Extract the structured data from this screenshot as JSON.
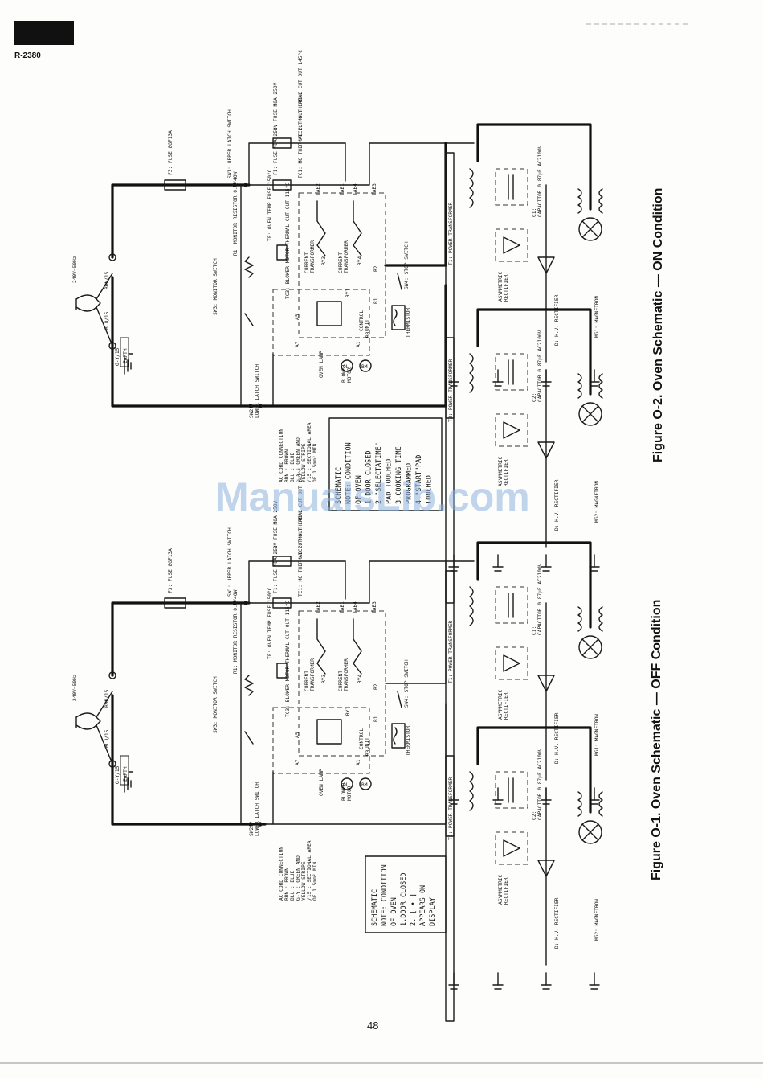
{
  "header": {
    "model": "R-2380"
  },
  "page_number": "48",
  "watermark": "ManualsLib.com",
  "figures": [
    {
      "id": "off",
      "caption": "Figure O-1.  Oven Schematic  —  OFF Condition",
      "supply": "240V~50Hz",
      "wire_brn": "BRN/15",
      "wire_blu": "BLU/15",
      "wire_gy": "G-Y/15",
      "earth": "EARTH",
      "labels": {
        "f3": "F3: FUSE 8GF13A",
        "sw1": "SW1: UPPER LATCH SWITCH",
        "f1": "F1: FUSE M8A 250V",
        "f2": "F2: FUSE M8A 250V",
        "tc1": "TC1: MG THERMAL CUT OUT 145°C",
        "tc2": "TC2: MG THERMAL CUT OUT 145°C",
        "tf": "TF: OVEN TEMP FUSE 150°C",
        "r1": "R1: MONITOR RESISTOR 0.8/40W",
        "sw3": "SW3: MONITOR SWITCH",
        "tc3": "TC3: BLOWER MOTOR THERMAL CUT OUT 115°C",
        "ct1": "CURRENT TRANSFORMER",
        "ct2": "CURRENT TRANSFORMER",
        "ry3": "RY3",
        "ry4": "RY4",
        "ry1": "RY1",
        "a5": "A5",
        "a7": "A7",
        "a1": "A1",
        "b1": "B1",
        "b2": "B2",
        "b3": "B3",
        "tab1": "TAB1",
        "tab2": "TAB2",
        "tab3": "TAB3",
        "tab4": "TAB4",
        "control_unit": "CONTROL UNIT",
        "thermistor": "THERMISTOR",
        "sw4": "SW4: STOP SWITCH",
        "oven_lamp": "OVEN LAMP",
        "blower_motor": "BLOWER MOTOR",
        "ol": "OL",
        "bm": "BM",
        "sw2": "SW2: LOWER LATCH SWITCH",
        "t1": "T1: POWER TRANSFORMER",
        "t2": "T2: POWER TRANSFORMER",
        "c1": "C1: CAPACITOR 0.87µF AC2100V",
        "c2": "C2: CAPACITOR 0.87µF AC2100V",
        "rect1": "ASYMMETRIC RECTIFIER",
        "rect2": "ASYMMETRIC RECTIFIER",
        "d1": "D: H.V. RECTIFIER",
        "d2": "D: H.V. RECTIFIER",
        "mg1": "MG1: MAGNETRON",
        "mg2": "MG2: MAGNETRON"
      },
      "legend": [
        "AC CORD CONNECTION",
        "BRN : BROWN",
        "BLU : BLUE",
        "G-Y : GREEN AND",
        "      YELLOW STRIPE",
        "/15 : SECTIONAL AREA",
        "      OF 1.5mm² MIN."
      ],
      "note_box": [
        "SCHEMATIC",
        "NOTE: CONDITION",
        "      OF OVEN",
        "1.DOOR CLOSED",
        "2.  [ • ]",
        "     APPEARS ON",
        "     DISPLAY"
      ]
    },
    {
      "id": "on",
      "caption": "Figure O-2.  Oven Schematic  —  ON Condition",
      "supply": "240V~50Hz",
      "wire_brn": "BRN/15",
      "wire_blu": "BLU/15",
      "wire_gy": "G-Y/15",
      "earth": "EARTH",
      "labels": {
        "f3": "F3: FUSE 8GF13A",
        "sw1": "SW1: UPPER LATCH SWITCH",
        "f1": "F1: FUSE M8A 250V",
        "f2": "F2: FUSE M8A 250V",
        "tc1": "TC1: MG THERMAL CUT OUT 145°C",
        "tc2": "TC2: MG THERMAL CUT OUT 145°C",
        "tf": "TF: OVEN TEMP FUSE 150°C",
        "r1": "R1: MONITOR RESISTOR 0.8/40W",
        "sw3": "SW3: MONITOR SWITCH",
        "tc3": "TC3: BLOWER MOTOR THERMAL CUT OUT 115°C",
        "ct1": "CURRENT TRANSFORMER",
        "ct2": "CURRENT TRANSFORMER",
        "ry3": "RY3",
        "ry4": "RY4",
        "ry1": "RY1",
        "a5": "A5",
        "a7": "A7",
        "a1": "A1",
        "b1": "B1",
        "b2": "B2",
        "b3": "B3",
        "tab1": "TAB1",
        "tab2": "TAB2",
        "tab3": "TAB3",
        "tab4": "TAB4",
        "control_unit": "CONTROL UNIT",
        "thermistor": "THERMISTOR",
        "sw4": "SW4: STOP SWITCH",
        "oven_lamp": "OVEN LAMP",
        "blower_motor": "BLOWER MOTOR",
        "ol": "OL",
        "bm": "BM",
        "sw2": "SW2: LOWER LATCH SWITCH",
        "t1": "T1: POWER TRANSFORMER",
        "t2": "T2: POWER TRANSFORMER",
        "c1": "C1: CAPACITOR 0.87µF AC2100V",
        "c2": "C2: CAPACITOR 0.87µF AC2100V",
        "rect1": "ASYMMETRIC RECTIFIER",
        "rect2": "ASYMMETRIC RECTIFIER",
        "d1": "D: H.V. RECTIFIER",
        "d2": "D: H.V. RECTIFIER",
        "mg1": "MG1: MAGNETRON",
        "mg2": "MG2: MAGNETRON"
      },
      "legend": [
        "AC CORD CONNECTION",
        "BRN : BROWN",
        "BLU : BLUE",
        "G-Y : GREEN AND",
        "      YELLOW STRIPE",
        "/15 : SECTIONAL AREA",
        "      OF 1.5mm² MIN."
      ],
      "note_box": [
        "SCHEMATIC",
        "NOTE: CONDITION",
        "      OF OVEN",
        "1.DOOR CLOSED",
        "2.\"SELECTATIME\"",
        "  PAD TOUCHED",
        "3.COOKING TIME",
        "  PROGRAMMED",
        "4.\"START\"PAD",
        "  TOUCHED"
      ]
    }
  ]
}
